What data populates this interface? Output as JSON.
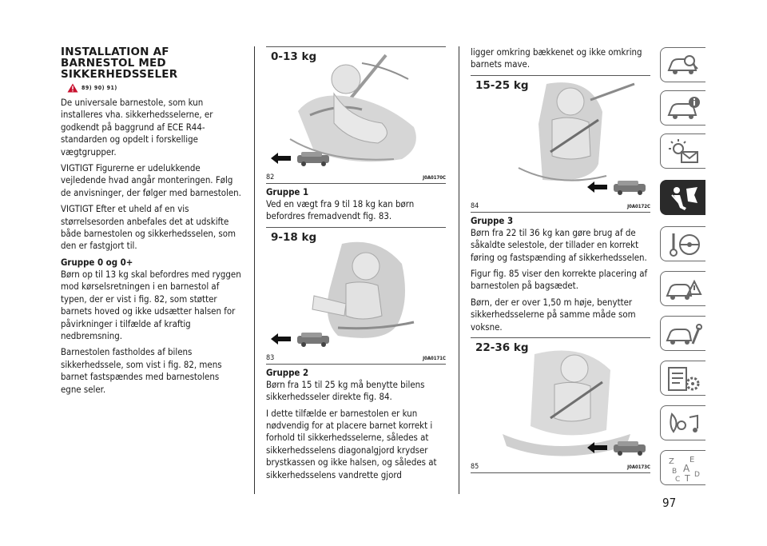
{
  "column1": {
    "heading": "INSTALLATION AF BARNESTOL MED SIKKERHEDSSELER",
    "warning_refs": "89) 90) 91)",
    "paragraphs": [
      "De universale barnestole, som kun installeres vha. sikkerhedsselerne, er godkendt på baggrund af ECE R44-standarden og opdelt i forskellige vægtgrupper.",
      "VIGTIGT Figurerne er udelukkende vejledende hvad angår monteringen. Følg de anvisninger, der følger med barnestolen.",
      "VIGTIGT Efter et uheld af en vis størrelsesorden anbefales det at udskifte både barnestolen og sikkerhedsselen, som den er fastgjort til."
    ],
    "group0_heading": "Gruppe 0 og 0+",
    "group0_paragraphs": [
      "Børn op til 13 kg skal befordres med ryggen mod kørselsretningen i en barnestol af typen, der er vist i fig. 82, som støtter barnets hoved og ikke udsætter halsen for påvirkninger i tilfælde af kraftig nedbremsning.",
      "Barnestolen fastholdes af bilens sikkerhedssele, som vist i fig. 82, mens barnet fastspændes med barnestolens egne seler."
    ]
  },
  "column2": {
    "fig82": {
      "weight": "0-13 kg",
      "number": "82",
      "code": "J0A0170C"
    },
    "group1_heading": "Gruppe 1",
    "group1_text": "Ved en vægt fra 9 til 18 kg kan børn befordres fremadvendt fig. 83.",
    "fig83": {
      "weight": "9-18 kg",
      "number": "83",
      "code": "J0A0171C"
    },
    "group2_heading": "Gruppe 2",
    "group2_paragraphs": [
      "Børn fra 15 til 25 kg må benytte bilens sikkerhedsseler direkte fig. 84.",
      "I dette tilfælde er barnestolen er kun nødvendig for at placere barnet korrekt i forhold til sikkerhedsselerne, således at sikkerhedsselens diagonalgjord krydser brystkassen og ikke halsen, og således at sikkerhedsselens vandrette gjord"
    ]
  },
  "column3": {
    "continuation": "ligger omkring bækkenet og ikke omkring barnets mave.",
    "fig84": {
      "weight": "15-25 kg",
      "number": "84",
      "code": "J0A0172C"
    },
    "group3_heading": "Gruppe 3",
    "group3_paragraphs": [
      "Børn fra 22 til 36 kg kan gøre brug af de såkaldte selestole, der tillader en korrekt føring og fastspænding af sikkerhedsselen.",
      "Figur fig. 85 viser den korrekte placering af barnestolen på bagsædet.",
      "Børn, der er over 1,50 m høje, benytter sikkerhedsselerne på samme måde som voksne."
    ],
    "fig85": {
      "weight": "22-36 kg",
      "number": "85",
      "code": "J0A0173C"
    }
  },
  "sidebar_tabs": [
    {
      "icon": "car-search-icon",
      "active": false
    },
    {
      "icon": "car-info-icon",
      "active": false
    },
    {
      "icon": "warning-lights-icon",
      "active": false
    },
    {
      "icon": "airbag-safety-icon",
      "active": true
    },
    {
      "icon": "steering-key-icon",
      "active": false
    },
    {
      "icon": "car-warning-icon",
      "active": false
    },
    {
      "icon": "car-wrench-icon",
      "active": false
    },
    {
      "icon": "specs-gear-icon",
      "active": false
    },
    {
      "icon": "multimedia-icon",
      "active": false
    },
    {
      "icon": "index-letters-icon",
      "active": false
    }
  ],
  "sidebar_letters": "ZEBACTD",
  "page_number": "97",
  "colors": {
    "text": "#1a1a1a",
    "sidebar_active": "#2a2a2a",
    "sidebar_border": "#6a6a6a",
    "illustration": "#b0b0b0"
  }
}
